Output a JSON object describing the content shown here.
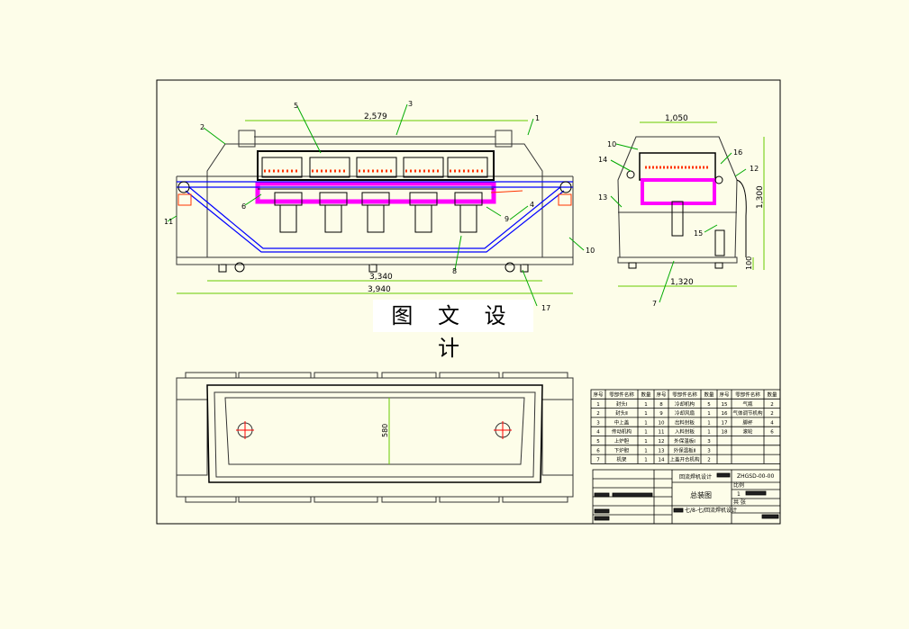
{
  "watermark": "图 文 设 计",
  "front_view": {
    "dims": {
      "width_top": "2,579",
      "inner_width": "3,340",
      "overall_width": "3,940"
    },
    "callouts": [
      "1",
      "2",
      "3",
      "4",
      "5",
      "6",
      "8",
      "9",
      "10",
      "11",
      "17"
    ]
  },
  "side_view": {
    "dims": {
      "top_width": "1,050",
      "base_width": "1,320",
      "height": "1,300",
      "foot": "100"
    },
    "callouts": [
      "7",
      "10",
      "12",
      "13",
      "14",
      "15",
      "16"
    ]
  },
  "plan_view": {
    "dims": {
      "inner": "580"
    }
  },
  "parts_table": {
    "headers": [
      "序号",
      "零部件名称",
      "数量",
      "序号",
      "零部件名称",
      "数量",
      "序号",
      "零部件名称",
      "数量"
    ],
    "rows": [
      [
        "1",
        "封头Ⅰ",
        "1",
        "8",
        "冷却机构",
        "5",
        "15",
        "气瓶",
        "2"
      ],
      [
        "2",
        "封头Ⅱ",
        "1",
        "9",
        "冷却风扇",
        "1",
        "16",
        "气体调节机构",
        "2"
      ],
      [
        "3",
        "中上盖",
        "1",
        "10",
        "出料封板",
        "1",
        "17",
        "脚杯",
        "4"
      ],
      [
        "4",
        "传动机构",
        "1",
        "11",
        "入料封板",
        "1",
        "18",
        "滚轮",
        "6"
      ],
      [
        "5",
        "上炉胆",
        "1",
        "12",
        "外保温板Ⅰ",
        "3",
        "",
        "",
        ""
      ],
      [
        "6",
        "下炉胆",
        "1",
        "13",
        "外保温板Ⅱ",
        "3",
        "",
        "",
        ""
      ],
      [
        "7",
        "机架",
        "1",
        "14",
        "上盖开合机构",
        "2",
        "",
        "",
        ""
      ]
    ]
  },
  "title_block": {
    "project": "回流焊机设计",
    "drawing_name": "总装图",
    "drawing_no": "ZHGSD-00-00",
    "scale_label": "比例",
    "scale_value": "1",
    "sheet_label": "共 张",
    "designer": "七/8-七/回流焊机设计"
  },
  "colors": {
    "background": "#fdfde9",
    "heater": "#ff3300",
    "chamber": "#ff00ff",
    "conveyor": "#0000ff",
    "leader": "#00aa00",
    "dimension": "#66cc00"
  }
}
